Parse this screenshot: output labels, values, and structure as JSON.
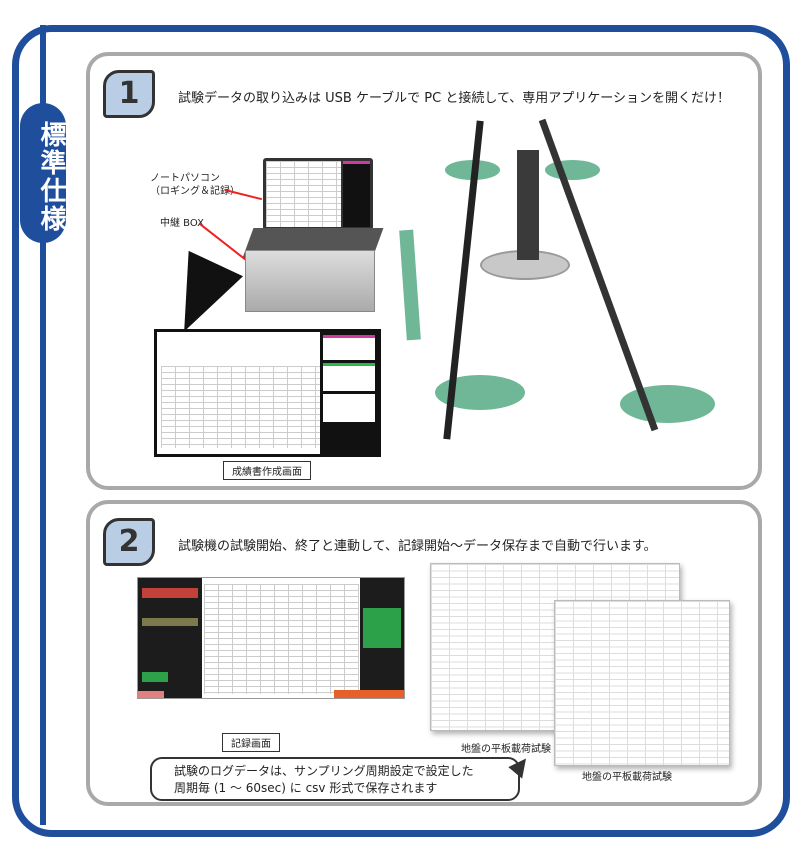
{
  "side_label": "標準仕様",
  "section1": {
    "number": "1",
    "heading": "試験データの取り込みは USB ケーブルで PC と接続して、専用アプリケーションを開くだけ！",
    "label_laptop_line1": "ノートパソコン",
    "label_laptop_line2": "（ロギング＆記録）",
    "label_box": "中継 BOX",
    "caption_screen": "成績書作成画面"
  },
  "section2": {
    "number": "2",
    "heading": "試験機の試験開始、終了と連動して、記録開始～データ保存まで自動で行います。",
    "caption_record": "記録画面",
    "caption_sheet1": "地盤の平板載荷試験",
    "caption_sheet2": "地盤の平板載荷試験",
    "bubble_line1": "試験のログデータは、サンプリング周期設定で設定した",
    "bubble_line2": "周期毎 (1 ～ 60sec) に csv 形式で保存されます"
  },
  "colors": {
    "brand_blue": "#1f4e9c",
    "panel_border": "#a9a9a9",
    "number_fill": "#b9cde4",
    "arrow_red": "#e22222",
    "equipment_green": "#6fb797"
  }
}
